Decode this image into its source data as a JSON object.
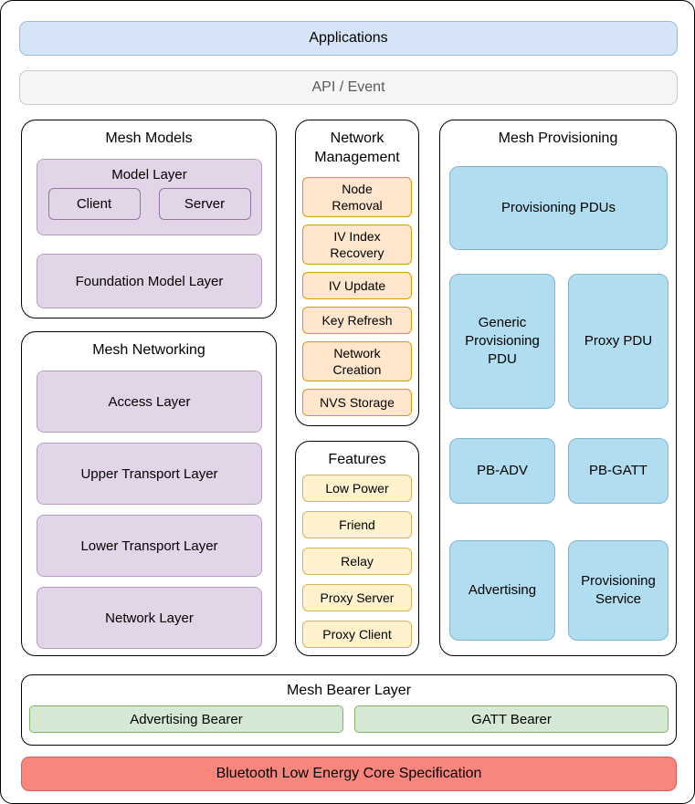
{
  "applications": {
    "label": "Applications"
  },
  "api_event": {
    "label": "API / Event"
  },
  "mesh_models": {
    "title": "Mesh Models",
    "model_layer": {
      "title": "Model Layer",
      "client": "Client",
      "server": "Server"
    },
    "foundation_label": "Foundation Model Layer"
  },
  "mesh_networking": {
    "title": "Mesh Networking",
    "layers": [
      "Access Layer",
      "Upper Transport Layer",
      "Lower Transport Layer",
      "Network Layer"
    ]
  },
  "network_management": {
    "title": "Network Management",
    "items": [
      "Node Removal",
      "IV Index Recovery",
      "IV Update",
      "Key Refresh",
      "Network Creation",
      "NVS Storage"
    ]
  },
  "features": {
    "title": "Features",
    "items": [
      "Low Power",
      "Friend",
      "Relay",
      "Proxy Server",
      "Proxy Client"
    ]
  },
  "mesh_provisioning": {
    "title": "Mesh Provisioning",
    "provisioning_pdus": "Provisioning PDUs",
    "cells": [
      "Generic Provisioning PDU",
      "Proxy PDU",
      "PB-ADV",
      "PB-GATT",
      "Advertising",
      "Provisioning Service"
    ]
  },
  "mesh_bearer": {
    "title": "Mesh Bearer Layer",
    "advertising_bearer": "Advertising Bearer",
    "gatt_bearer": "GATT Bearer"
  },
  "ble_core": {
    "label": "Bluetooth Low Energy Core Specification"
  },
  "colors": {
    "applications_fill": "#d5e5f7",
    "api_fill": "#f6f6f6",
    "purple_fill": "#e1d5e7",
    "purple_border": "#9673a6",
    "orange_fill": "#ffe6cc",
    "orange_border": "#d79b00",
    "yellow_fill": "#fff2cc",
    "yellow_border": "#d6b656",
    "blue_fill": "#b1ddf0",
    "green_fill": "#d5e8d4",
    "green_border": "#82b366",
    "red_fill": "#f8867d"
  }
}
